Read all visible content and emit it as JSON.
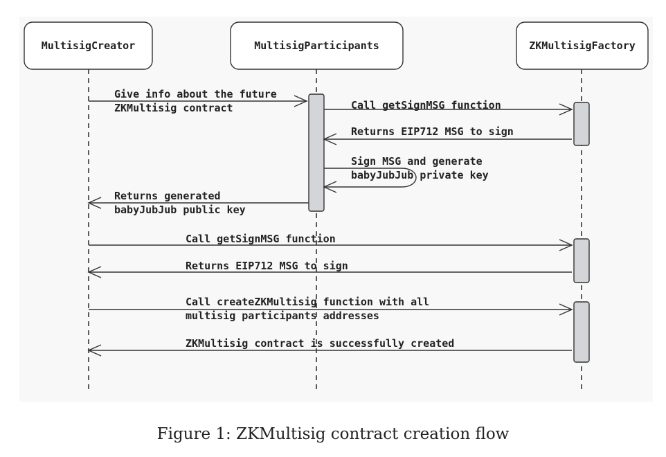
{
  "participants": [
    {
      "id": "creator",
      "label": "MultisigCreator"
    },
    {
      "id": "participants",
      "label": "MultisigParticipants"
    },
    {
      "id": "factory",
      "label": "ZKMultisigFactory"
    }
  ],
  "messages": [
    {
      "from": "creator",
      "to": "participants",
      "lines": [
        "Give info about the future",
        "ZKMultisig contract"
      ]
    },
    {
      "from": "participants",
      "to": "factory",
      "lines": [
        "Call getSignMSG function"
      ]
    },
    {
      "from": "factory",
      "to": "participants",
      "lines": [
        "Returns EIP712 MSG to sign"
      ]
    },
    {
      "from": "participants",
      "to": "participants",
      "lines": [
        "Sign MSG and generate",
        "babyJubJub private key"
      ]
    },
    {
      "from": "participants",
      "to": "creator",
      "lines": [
        "Returns generated",
        "babyJubJub public key"
      ]
    },
    {
      "from": "creator",
      "to": "factory",
      "lines": [
        "Call getSignMSG function"
      ]
    },
    {
      "from": "factory",
      "to": "creator",
      "lines": [
        "Returns EIP712 MSG to sign"
      ]
    },
    {
      "from": "creator",
      "to": "factory",
      "lines": [
        "Call createZKMultisig function with all",
        "multisig participants addresses"
      ]
    },
    {
      "from": "factory",
      "to": "creator",
      "lines": [
        "ZKMultisig contract is successfully created"
      ]
    }
  ],
  "caption": "Figure 1: ZKMultisig contract creation flow",
  "colors": {
    "line": "#333333",
    "activation_fill": "#d3d5d8",
    "box_fill": "#ffffff",
    "background": "#f8f8f9"
  }
}
